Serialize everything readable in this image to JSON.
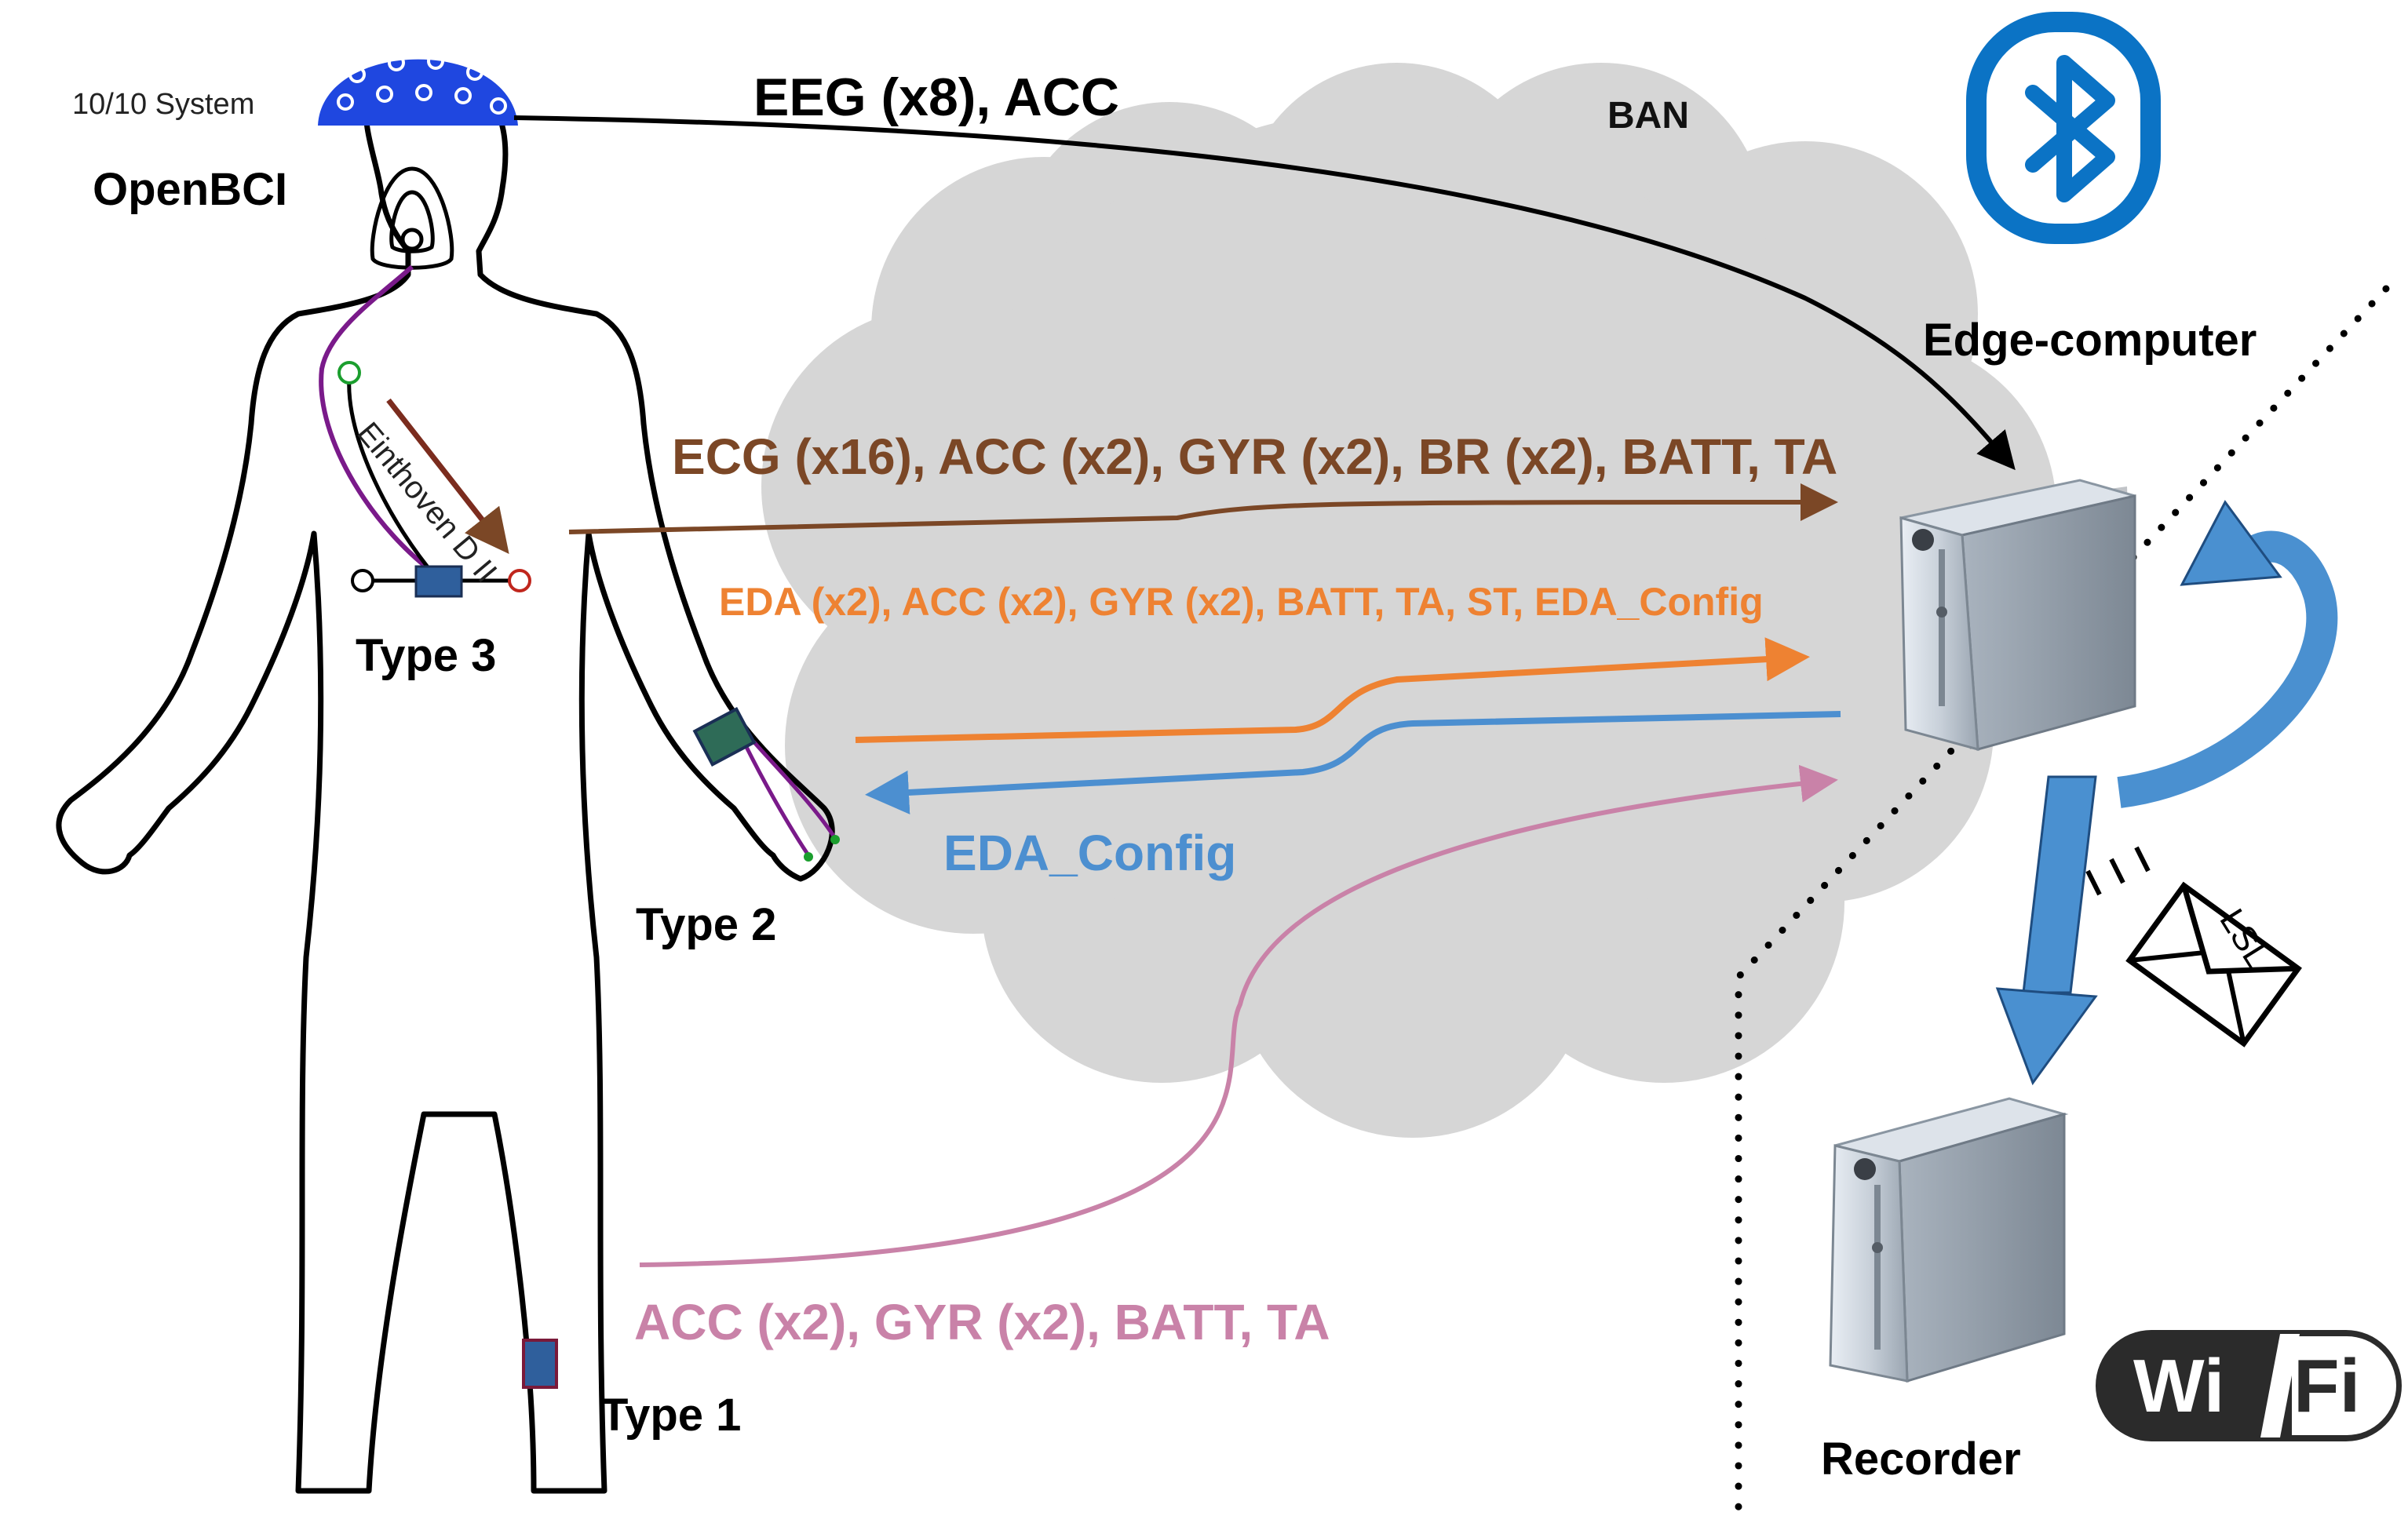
{
  "labels": {
    "system": "10/10 System",
    "openbci": "OpenBCI",
    "einthoven": "Einthoven D II",
    "type3": "Type 3",
    "type2": "Type 2",
    "type1": "Type 1",
    "ban": "BAN",
    "edge_computer": "Edge-computer",
    "recorder": "Recorder",
    "lsl": "LSL"
  },
  "streams": {
    "eeg": "EEG (x8), ACC",
    "ecg": "ECG (x16), ACC (x2), GYR (x2),  BR (x2), BATT, TA",
    "eda": "EDA (x2), ACC (x2), GYR (x2),  BATT, TA, ST, EDA_Config",
    "eda_config": "EDA_Config",
    "acc": "ACC (x2), GYR (x2), BATT, TA"
  },
  "wifi": {
    "left": "Wi",
    "right": "Fi"
  },
  "colors": {
    "eeg": "#000000",
    "ecg": "#7b4726",
    "eda": "#ee8232",
    "eda_config": "#4c8fd0",
    "acc": "#c982a8",
    "bluetooth": "#0b73c5",
    "cloud": "#d6d6d6",
    "cap": "#1f47e0",
    "big_arrow": "#4a90d0"
  },
  "icons": [
    "bluetooth-icon",
    "wifi-icon",
    "envelope-icon",
    "server-icon",
    "eeg-cap-icon",
    "respiration-mask-icon"
  ]
}
